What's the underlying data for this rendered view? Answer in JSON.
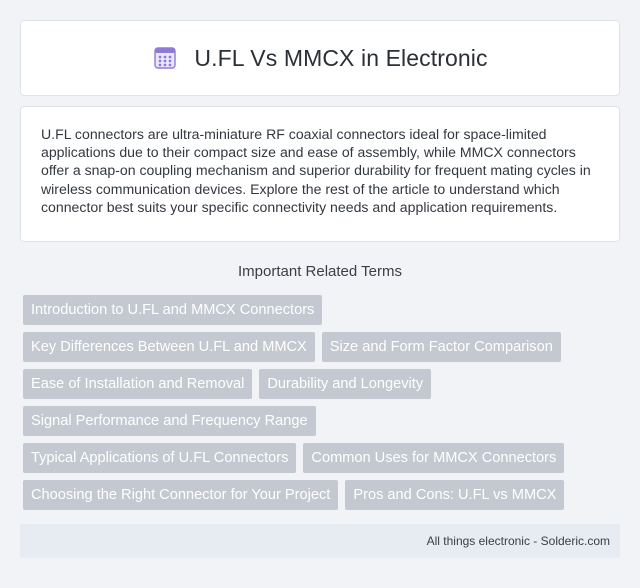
{
  "header": {
    "title": "U.FL Vs MMCX in Electronic",
    "icon": "calculator-icon",
    "icon_color": "#8f7ad8"
  },
  "summary": {
    "text": "U.FL connectors are ultra-miniature RF coaxial connectors ideal for space-limited applications due to their compact size and ease of assembly, while MMCX connectors offer a snap-on coupling mechanism and superior durability for frequent mating cycles in wireless communication devices. Explore the rest of the article to understand which connector best suits your specific connectivity needs and application requirements."
  },
  "related": {
    "heading": "Important Related Terms",
    "rows": [
      [
        "Introduction to U.FL and MMCX Connectors"
      ],
      [
        "Key Differences Between U.FL and MMCX",
        "Size and Form Factor Comparison"
      ],
      [
        "Ease of Installation and Removal",
        "Durability and Longevity"
      ],
      [
        "Signal Performance and Frequency Range"
      ],
      [
        "Typical Applications of U.FL Connectors",
        "Common Uses for MMCX Connectors"
      ],
      [
        "Choosing the Right Connector for Your Project",
        "Pros and Cons: U.FL vs MMCX"
      ]
    ],
    "tag_color": "#c4c8d0"
  },
  "footer": {
    "text": "All things electronic - Solderic.com"
  }
}
